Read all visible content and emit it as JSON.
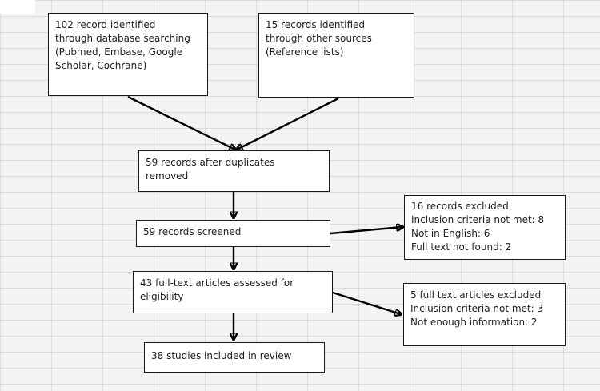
{
  "flowchart": {
    "sources": {
      "database": {
        "lines": [
          "102 record identified",
          "through database searching",
          "(Pubmed, Embase, Google",
          "Scholar, Cochrane)"
        ]
      },
      "other": {
        "lines": [
          "15 records identified",
          "through other sources",
          "(Reference lists)"
        ]
      }
    },
    "deduplicated": {
      "lines": [
        "59 records after duplicates",
        "removed"
      ]
    },
    "screened": {
      "lines": [
        "59 records screened"
      ]
    },
    "screening_excluded": {
      "lines": [
        "16 records excluded",
        "Inclusion criteria not met: 8",
        "Not in English: 6",
        "Full text not found: 2"
      ]
    },
    "eligibility": {
      "lines": [
        "43 full-text articles assessed for",
        "eligibility"
      ]
    },
    "eligibility_excluded": {
      "lines": [
        "5 full text articles excluded",
        "Inclusion criteria not met: 3",
        "Not enough information: 2"
      ]
    },
    "included": {
      "lines": [
        "38 studies included in review"
      ]
    }
  },
  "colors": {
    "background": "#f3f3f3",
    "box_fill": "#ffffff",
    "box_border": "#1a1a1a",
    "text": "#1e1e1e",
    "arrow": "#000000"
  }
}
